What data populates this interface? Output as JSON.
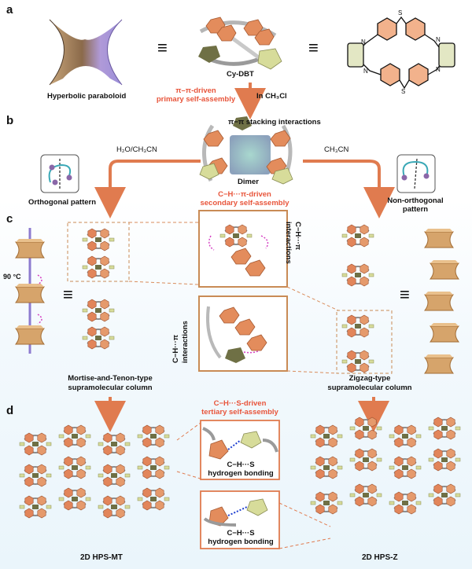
{
  "panels": {
    "a": "a",
    "b": "b",
    "c": "c",
    "d": "d"
  },
  "panel_a": {
    "hyperbolic_label": "Hyperbolic paraboloid",
    "molecule_label": "Cy-DBT",
    "equiv_symbol": "≡",
    "primary_label_line1": "π–π-driven",
    "primary_label_line2": "primary self-assembly",
    "solvent_label": "In CH₃Cl",
    "structure_atoms": {
      "s": "S",
      "n": "N"
    }
  },
  "panel_b": {
    "stacking_label": "π−π stacking interactions",
    "dimer_label": "Dimer",
    "left_solvent": "H₂O/CH₃CN",
    "right_solvent": "CH₃CN",
    "orthogonal_label": "Orthogonal pattern",
    "nonorthogonal_line1": "Non-orthogonal",
    "nonorthogonal_line2": "pattern",
    "secondary_line1": "C−H···π-driven",
    "secondary_line2": "secondary self-assembly"
  },
  "panel_c": {
    "angle_label": "90 °C",
    "ch_pi_top_line1": "C−H···π",
    "ch_pi_top_line2": "interactions",
    "ch_pi_mid_line1": "C−H···π",
    "ch_pi_mid_line2": "interactions",
    "left_column_line1": "Mortise-and-Tenon-type",
    "left_column_line2": "supramolecular column",
    "right_column_line1": "Zigzag-type",
    "right_column_line2": "supramolecular column",
    "equiv_symbol": "≡"
  },
  "panel_d": {
    "tertiary_line1": "C−H···S-driven",
    "tertiary_line2": "tertiary self-assembly",
    "hbond_top_line1": "C−H···S",
    "hbond_top_line2": "hydrogen bonding",
    "hbond_bottom_line1": "C−H···S",
    "hbond_bottom_line2": "hydrogen bonding",
    "left_framework": "2D HPS-MT",
    "right_framework": "2D HPS-Z"
  },
  "colors": {
    "accent_red": "#e8553b",
    "arrow_orange": "#e07b4f",
    "box_orange": "#c98b55",
    "dashed_orange": "#d98c5c",
    "magenta": "#d53fc3",
    "blue_hbond": "#1e3fd0",
    "pale_green": "#d7dc9a",
    "olive": "#6f7045",
    "tan": "#d6a46b",
    "purple_saddle": "#a99ad8"
  }
}
